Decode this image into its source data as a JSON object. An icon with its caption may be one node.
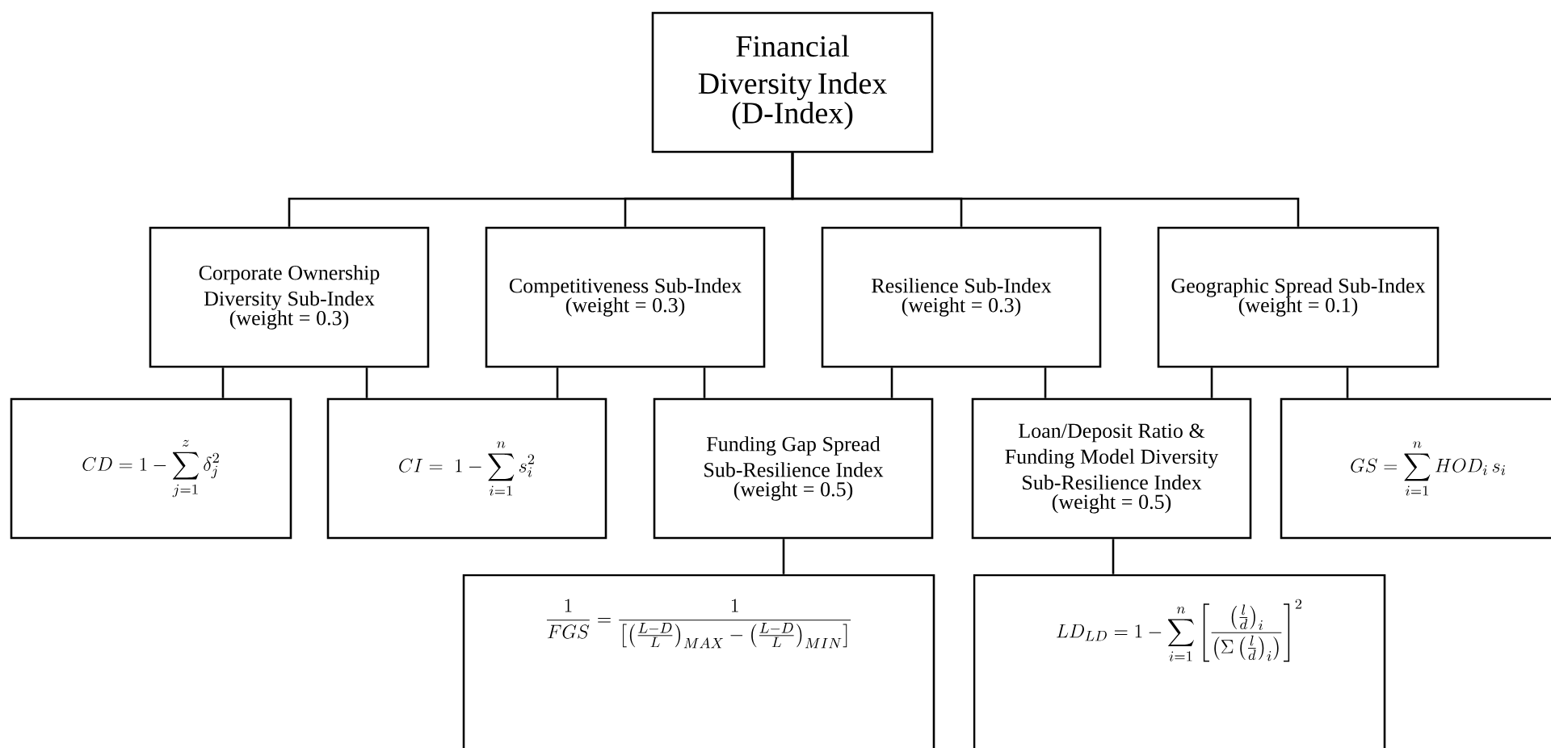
{
  "diagram": {
    "nodes": [
      {
        "text": [
          "Financial Diversity Index",
          "(D-Index)"
        ]
      },
      {
        "text": [
          "Corporate Ownership Diversity Sub-Index",
          "(weight = 0.3)"
        ]
      },
      {
        "text": [
          "Competitiveness Sub-Index",
          "(weight = 0.3)"
        ]
      },
      {
        "text": [
          "Resilience Sub-Index",
          "(weight = 0.3)"
        ]
      },
      {
        "text": [
          "Geographic Spread Sub-Index",
          "(weight = 0.1)"
        ]
      },
      {
        "text": [
          "CD = 1 - \\sum_{j=1}^{z} \\delta_j^2"
        ]
      },
      {
        "text": [
          "CI = \\ 1 - \\sum_{i=1}^{n} s_i^2"
        ]
      },
      {
        "text": [
          "Funding Gap Spread Sub-Resilience Index",
          "(weight = 0.5)"
        ]
      },
      {
        "text": [
          "Loan/Deposit Ratio & Funding Model Diversity Sub-Resilience Index",
          "(weight = 0.5)"
        ]
      },
      {
        "text": [
          "GS = \\sum_{i=1}^{n} HOD_i\\, s_i"
        ]
      },
      {
        "text": [
          "\\frac{1}{FGS} = \\frac{1}{\\left[\\left(\\frac{L-D}{L}\\right)_{MAX} - \\left(\\frac{L-D}{L}\\right)_{MIN}\\right]}"
        ]
      },
      {
        "text": [
          "LD_{LD} = 1 - \\sum_{i=1}^{n}\\left[\\frac{\\left(\\frac{l}{d}\\right)_i}{\\left(\\Sigma\\left(\\frac{l}{d}\\right)_i\\right)}\\right]^2"
        ]
      }
    ],
    "edges": [
      {
        "from": 0,
        "to": 1,
        "arrow": "none"
      },
      {
        "from": 0,
        "to": 2,
        "arrow": "none"
      },
      {
        "from": 0,
        "to": 3,
        "arrow": "none"
      },
      {
        "from": 0,
        "to": 4,
        "arrow": "none"
      },
      {
        "from": 1,
        "to": 5,
        "arrow": "none"
      },
      {
        "from": 1,
        "to": 6,
        "arrow": "none"
      },
      {
        "from": 2,
        "to": 6,
        "arrow": "none"
      },
      {
        "from": 2,
        "to": 7,
        "arrow": "none"
      },
      {
        "from": 3,
        "to": 7,
        "arrow": "none"
      },
      {
        "from": 3,
        "to": 8,
        "arrow": "none"
      },
      {
        "from": 4,
        "to": 8,
        "arrow": "none"
      },
      {
        "from": 4,
        "to": 9,
        "arrow": "none"
      },
      {
        "from": 7,
        "to": 10,
        "arrow": "none"
      },
      {
        "from": 8,
        "to": 11,
        "arrow": "none"
      }
    ]
  }
}
